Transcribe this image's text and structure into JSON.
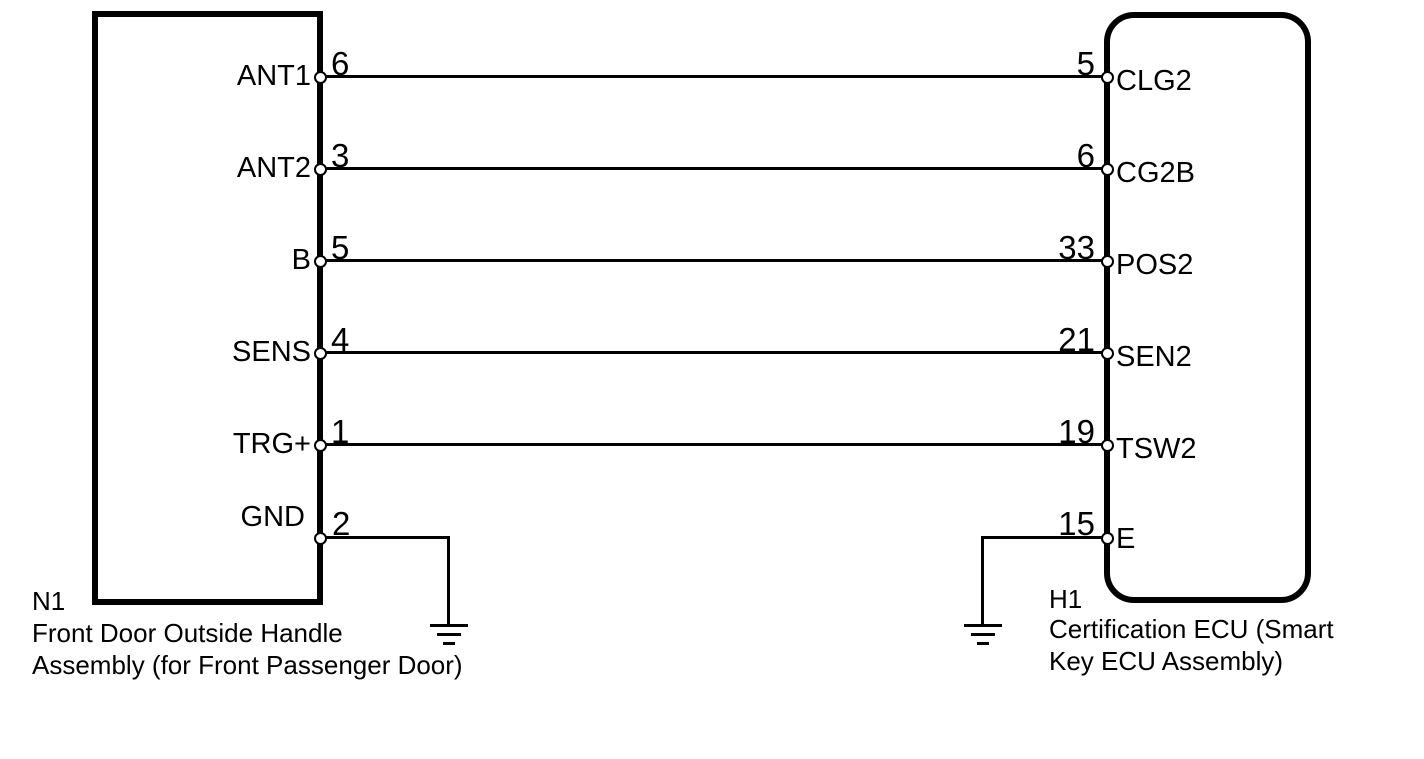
{
  "diagram": {
    "type": "wiring-schematic",
    "colors": {
      "line": "#000000",
      "background": "#ffffff",
      "text": "#000000"
    },
    "left_component": {
      "code": "N1",
      "name_lines": [
        "Front Door Outside Handle",
        "Assembly (for Front Passenger Door)"
      ],
      "pins": [
        {
          "number": "6",
          "label": "ANT1"
        },
        {
          "number": "3",
          "label": "ANT2"
        },
        {
          "number": "5",
          "label": "B"
        },
        {
          "number": "4",
          "label": "SENS"
        },
        {
          "number": "1",
          "label": "TRG+"
        },
        {
          "number": "2",
          "label": "GND"
        }
      ]
    },
    "right_component": {
      "code": "H1",
      "name_lines": [
        "Certification ECU (Smart",
        "Key ECU Assembly)"
      ],
      "pins": [
        {
          "number": "5",
          "label": "CLG2"
        },
        {
          "number": "6",
          "label": "CG2B"
        },
        {
          "number": "33",
          "label": "POS2"
        },
        {
          "number": "21",
          "label": "SEN2"
        },
        {
          "number": "19",
          "label": "TSW2"
        },
        {
          "number": "15",
          "label": "E"
        }
      ]
    },
    "connections": [
      {
        "from": "N1:6 ANT1",
        "to": "H1:5 CLG2"
      },
      {
        "from": "N1:3 ANT2",
        "to": "H1:6 CG2B"
      },
      {
        "from": "N1:5 B",
        "to": "H1:33 POS2"
      },
      {
        "from": "N1:4 SENS",
        "to": "H1:21 SEN2"
      },
      {
        "from": "N1:1 TRG+",
        "to": "H1:19 TSW2"
      },
      {
        "from": "N1:2 GND",
        "to": "ground"
      },
      {
        "from": "H1:15 E",
        "to": "ground"
      }
    ]
  }
}
